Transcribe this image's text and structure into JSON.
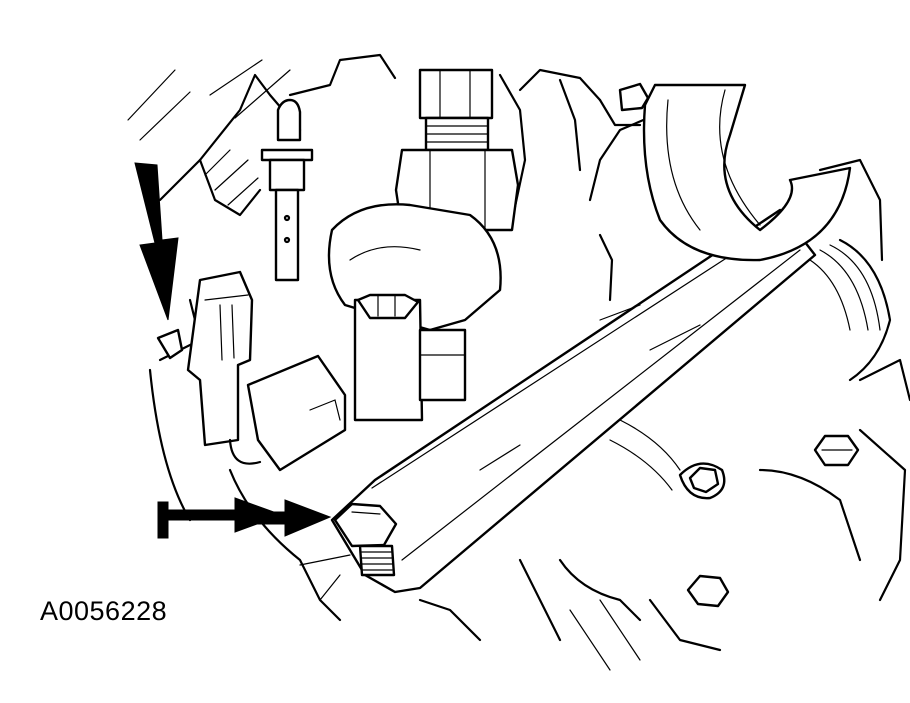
{
  "figure": {
    "reference_code": "A0056228",
    "line_color": "#000000",
    "background_color": "#ffffff",
    "callout_arrows": [
      {
        "name": "vertical-arrow",
        "direction": "down"
      },
      {
        "name": "double-arrow",
        "direction": "right"
      }
    ]
  }
}
